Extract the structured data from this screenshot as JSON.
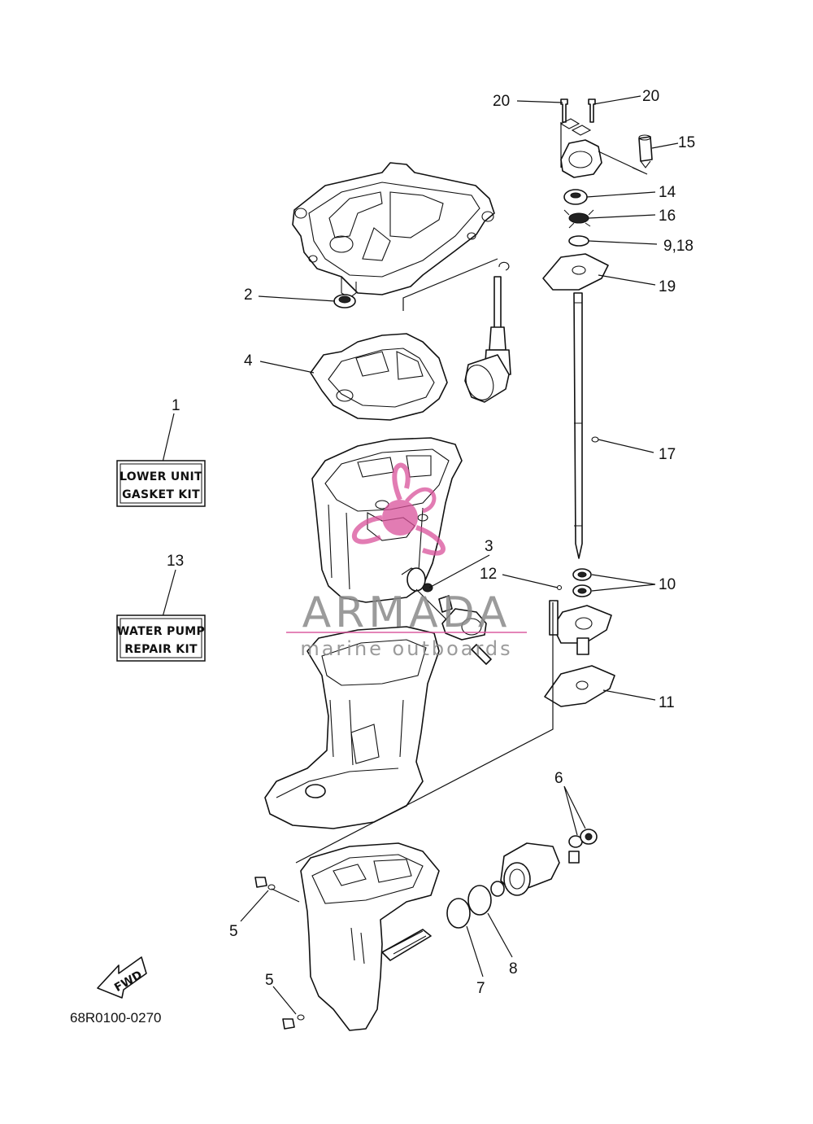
{
  "callouts": {
    "c1": "1",
    "c2": "2",
    "c3": "3",
    "c4": "4",
    "c5a": "5",
    "c5b": "5",
    "c6": "6",
    "c7": "7",
    "c8": "8",
    "c9_18": "9,18",
    "c10": "10",
    "c11": "11",
    "c12": "12",
    "c13": "13",
    "c14": "14",
    "c15": "15",
    "c16": "16",
    "c17": "17",
    "c19": "19",
    "c20a": "20",
    "c20b": "20"
  },
  "kits": {
    "lower_unit_line1": "LOWER UNIT",
    "lower_unit_line2": "GASKET KIT",
    "water_pump_line1": "WATER PUMP",
    "water_pump_line2": "REPAIR KIT"
  },
  "fwd_label": "FWD",
  "diagram_code": "68R0100-0270",
  "watermark": {
    "brand": "ARMADA",
    "tagline": "marine outboards",
    "accent_color": "#d9519a",
    "text_color": "#8a8a8a"
  },
  "icons": [
    "propeller-logo-icon",
    "fwd-arrow-icon"
  ]
}
